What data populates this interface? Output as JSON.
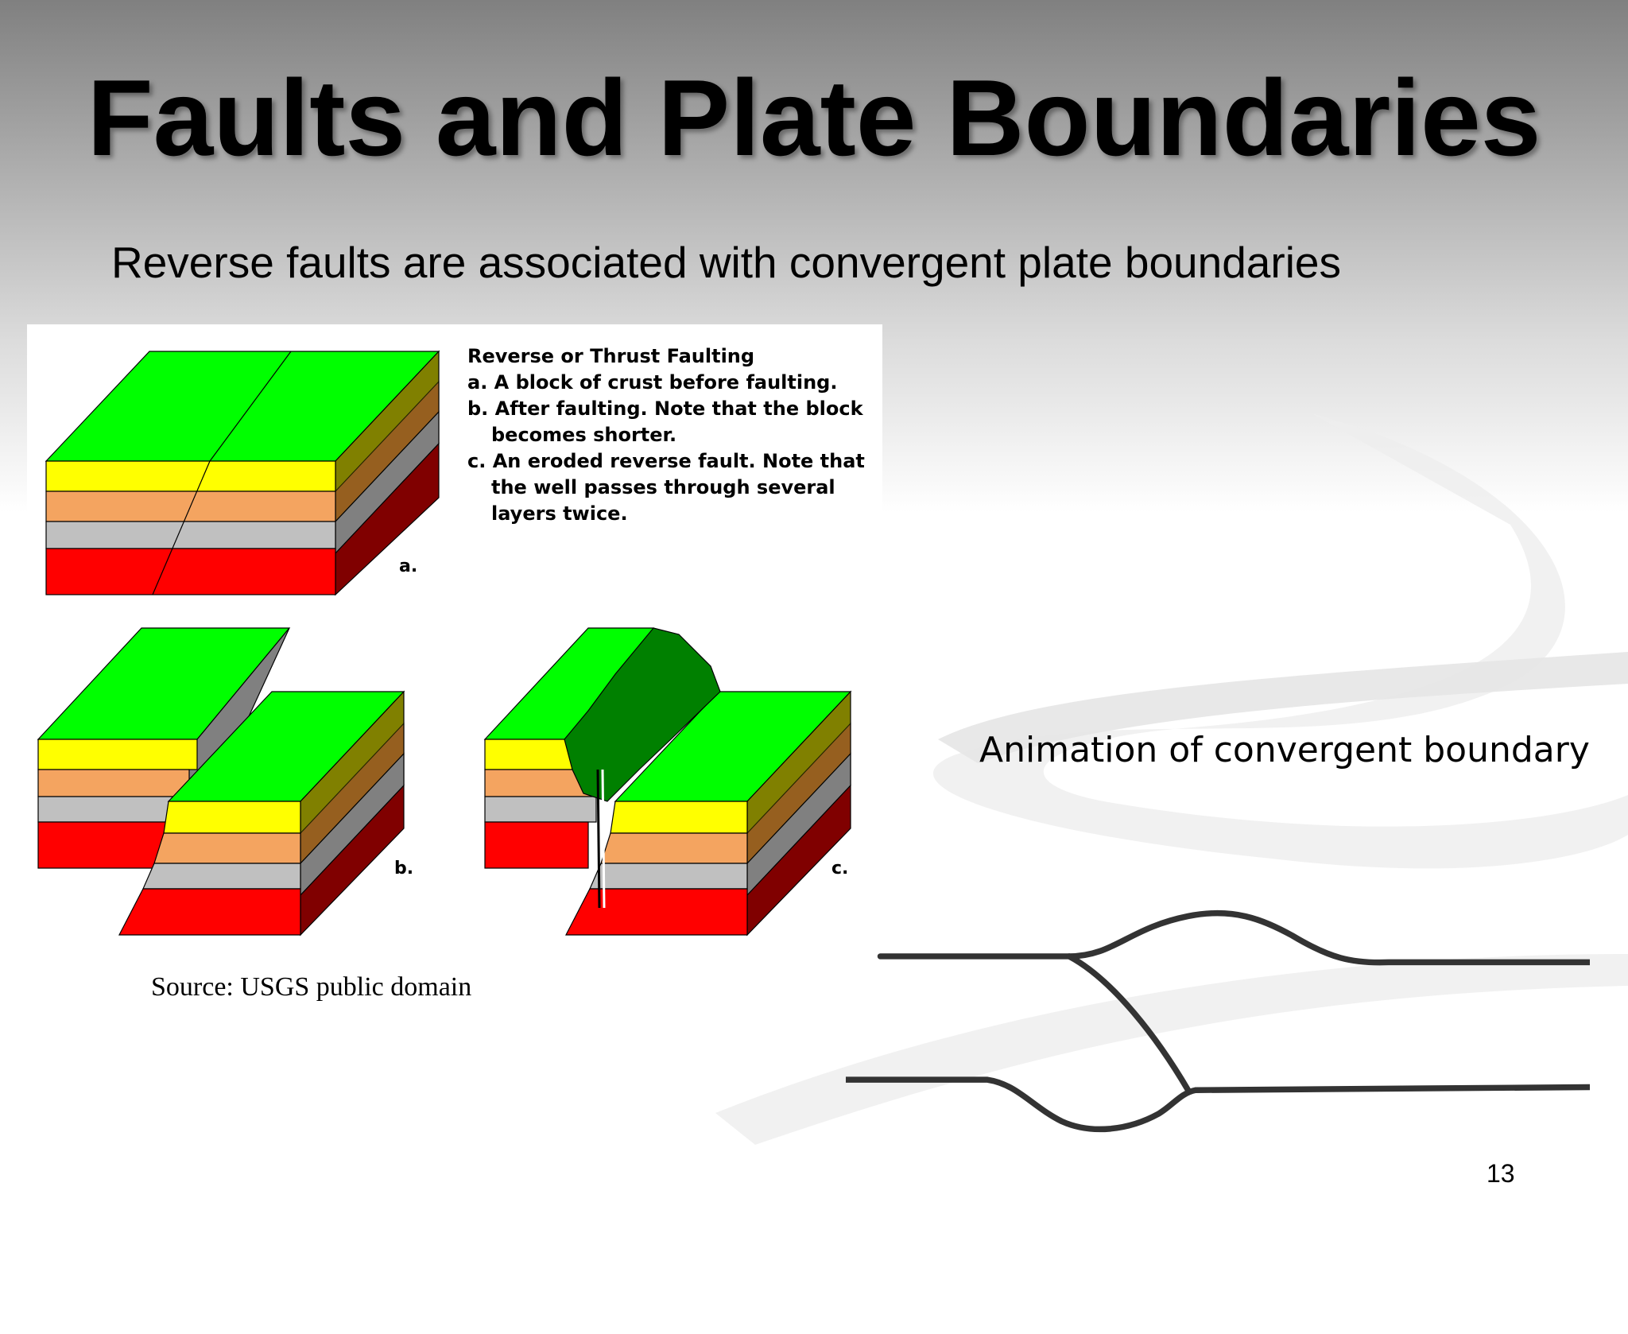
{
  "slide": {
    "title": "Faults and Plate Boundaries",
    "subtitle": "Reverse faults are associated with convergent plate boundaries",
    "page_number": "13"
  },
  "figure": {
    "caption_lines": [
      "Reverse or Thrust Faulting",
      "a. A block of crust before faulting.",
      "b. After faulting. Note that the block",
      "becomes shorter.",
      "c. An eroded reverse fault. Note that",
      "the well passes through several",
      "layers twice."
    ],
    "panel_labels": {
      "a": "a.",
      "b": "b.",
      "c": "c."
    },
    "source": "Source: USGS public domain",
    "colors": {
      "top": "#00ff00",
      "side_top": "#808000",
      "yellow": "#ffff00",
      "orange": "#f4a460",
      "gray": "#c0c0c0",
      "red": "#ff0000",
      "dark_red": "#800000",
      "eroded": "#008000"
    }
  },
  "animation": {
    "label": "Animation of convergent boundary"
  }
}
